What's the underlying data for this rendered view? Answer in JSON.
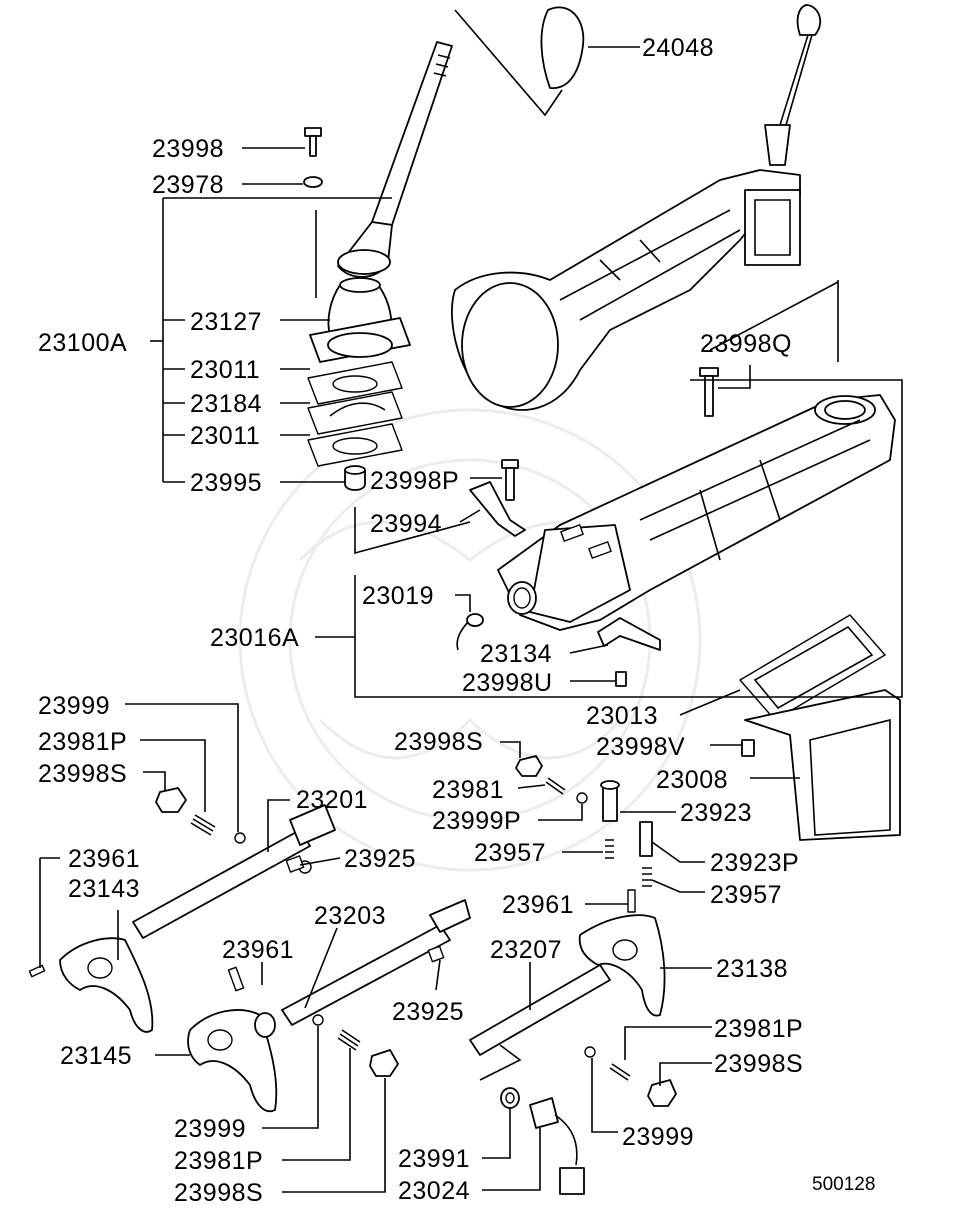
{
  "diagram_id": "500128",
  "labels": {
    "p24048": "24048",
    "p23998": "23998",
    "p23978": "23978",
    "p23100A": "23100A",
    "p23127": "23127",
    "p23011a": "23011",
    "p23184": "23184",
    "p23011b": "23011",
    "p23995": "23995",
    "p23998Q": "23998Q",
    "p23998P": "23998P",
    "p23994": "23994",
    "p23019": "23019",
    "p23016A": "23016A",
    "p23134": "23134",
    "p23998U": "23998U",
    "p23013": "23013",
    "p23998V": "23998V",
    "p23008": "23008",
    "p23999a": "23999",
    "p23981Pa": "23981P",
    "p23998Sa": "23998S",
    "p23201": "23201",
    "p23998Sb": "23998S",
    "p23981": "23981",
    "p23999P": "23999P",
    "p23923": "23923",
    "p23957a": "23957",
    "p23923P": "23923P",
    "p23957b": "23957",
    "p23961a": "23961",
    "p23143": "23143",
    "p23925a": "23925",
    "p23203": "23203",
    "p23961b": "23961",
    "p23961c": "23961",
    "p23207": "23207",
    "p23138": "23138",
    "p23925b": "23925",
    "p23145": "23145",
    "p23981Pb": "23981P",
    "p23998Sc": "23998S",
    "p23999b": "23999",
    "p23999c": "23999",
    "p23981Pc": "23981P",
    "p23991": "23991",
    "p23998Sd": "23998S",
    "p23024": "23024"
  }
}
